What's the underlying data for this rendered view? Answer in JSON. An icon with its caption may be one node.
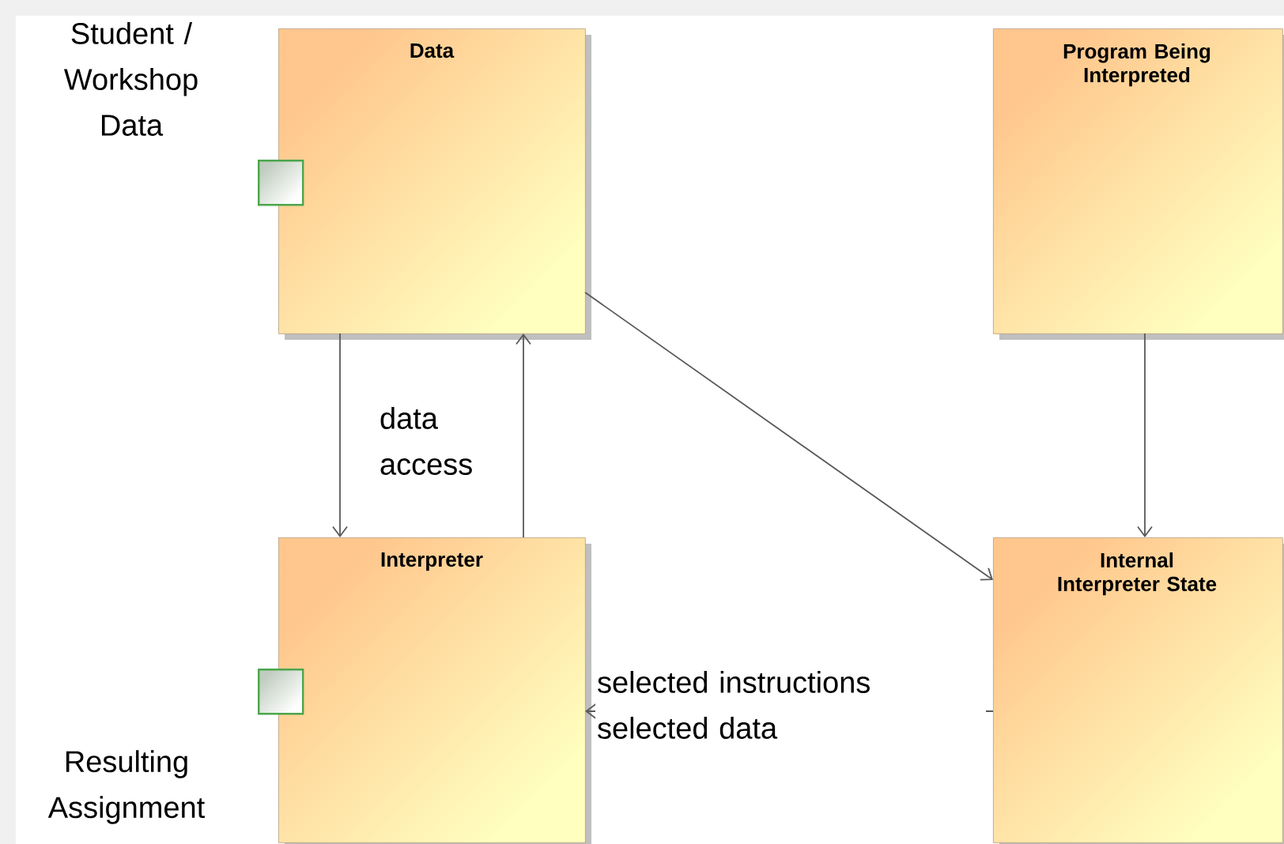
{
  "diagram": {
    "nodes": [
      {
        "text": [
          "Data"
        ]
      },
      {
        "text": [
          "Program Being Interpreted"
        ]
      },
      {
        "text": [],
        "shape": "box",
        "in": 0
      },
      {
        "text": [
          "Interpreter"
        ]
      },
      {
        "text": [],
        "shape": "box",
        "in": 3
      },
      {
        "text": [
          "Internal Interpreter State"
        ]
      }
    ],
    "edges": [
      {
        "from": 0,
        "to": 3,
        "arrow": "to",
        "label": "data access"
      },
      {
        "from": 3,
        "to": 0,
        "arrow": "to"
      },
      {
        "from": 0,
        "to": 5,
        "arrow": "to"
      },
      {
        "from": 1,
        "to": 5,
        "arrow": "to"
      },
      {
        "from": 5,
        "to": 3,
        "arrow": "to",
        "label": "selected instructions selected data"
      }
    ],
    "labels": [
      "Student / Workshop Data",
      "Resulting Assignment"
    ]
  }
}
